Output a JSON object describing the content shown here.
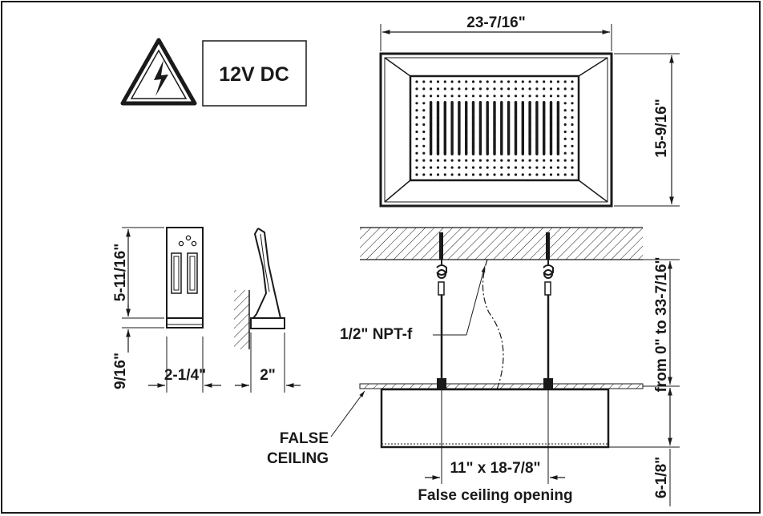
{
  "warning": {
    "icon": "high-voltage-warning-icon",
    "voltage_label": "12V DC"
  },
  "top_view": {
    "width_label": "23-7/16\"",
    "depth_label": "15-9/16\""
  },
  "bracket_front": {
    "height_label": "5-11/16\"",
    "base_label": "9/16\"",
    "width_label": "2-1/4\""
  },
  "bracket_side": {
    "depth_label": "2\""
  },
  "installation": {
    "suspension_label": "from 0\" to 33-7/16\"",
    "thickness_label": "6-1/8\"",
    "connection_label": "1/2\" NPT-f",
    "false_ceiling_line1": "FALSE",
    "false_ceiling_line2": "CEILING",
    "opening_size_label": "11\" x 18-7/8\"",
    "opening_caption": "False ceiling opening"
  },
  "colors": {
    "ink": "#1a1a1a",
    "background": "#ffffff"
  }
}
